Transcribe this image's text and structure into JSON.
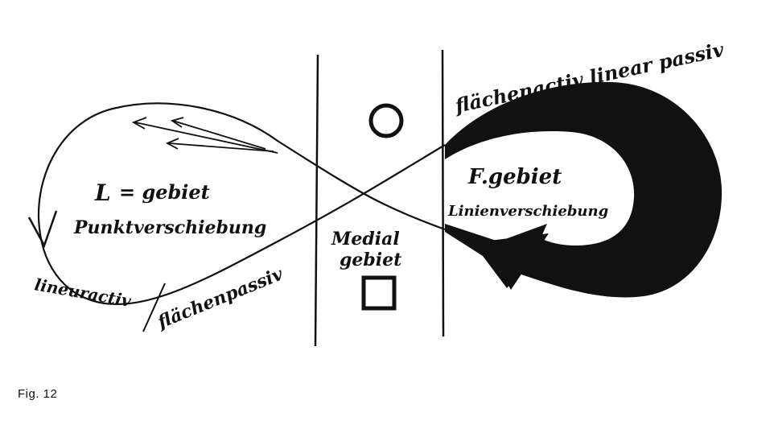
{
  "figure": {
    "caption": "Fig. 12"
  },
  "labels": {
    "l_region_title_letter": "L",
    "l_region_title_rest": "= gebiet",
    "l_region_sub": "Punktverschiebung",
    "left_lower_left": "lineuractiv",
    "left_lower_right": "flächenpassiv",
    "f_region_title": "F.gebiet",
    "f_region_sub": "Linienverschiebung",
    "top_right_curve": "flächenactiv linear passiv",
    "medial_line1": "Medial",
    "medial_line2": "gebiet"
  },
  "colors": {
    "ink": "#111111",
    "paper": "#ffffff"
  },
  "symbols": {
    "circle": "circle-symbol",
    "square": "square-symbol"
  }
}
